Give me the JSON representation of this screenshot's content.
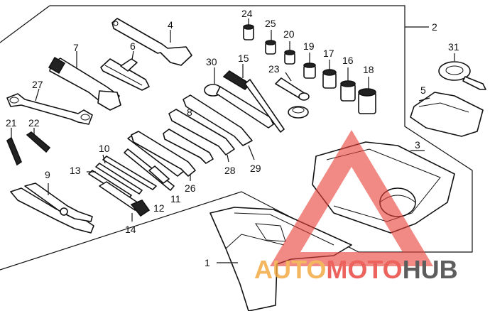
{
  "callouts": {
    "c1": "1",
    "c2": "2",
    "c3": "3",
    "c4": "4",
    "c5": "5",
    "c6": "6",
    "c7": "7",
    "c8": "8",
    "c9": "9",
    "c10": "10",
    "c11": "11",
    "c12": "12",
    "c13": "13",
    "c14": "14",
    "c15": "15",
    "c16": "16",
    "c17": "17",
    "c18": "18",
    "c19": "19",
    "c20": "20",
    "c21": "21",
    "c22": "22",
    "c23": "23",
    "c24": "24",
    "c25": "25",
    "c26": "26",
    "c27": "27",
    "c28": "28",
    "c29": "29",
    "c30": "30",
    "c31": "31"
  },
  "watermark": {
    "part1": "AUTO",
    "part2": "MOTO",
    "part3": "HUB",
    "color_primary": "#e8403a",
    "color_secondary": "#f2a73b",
    "color_dark": "#3a3a3a"
  }
}
